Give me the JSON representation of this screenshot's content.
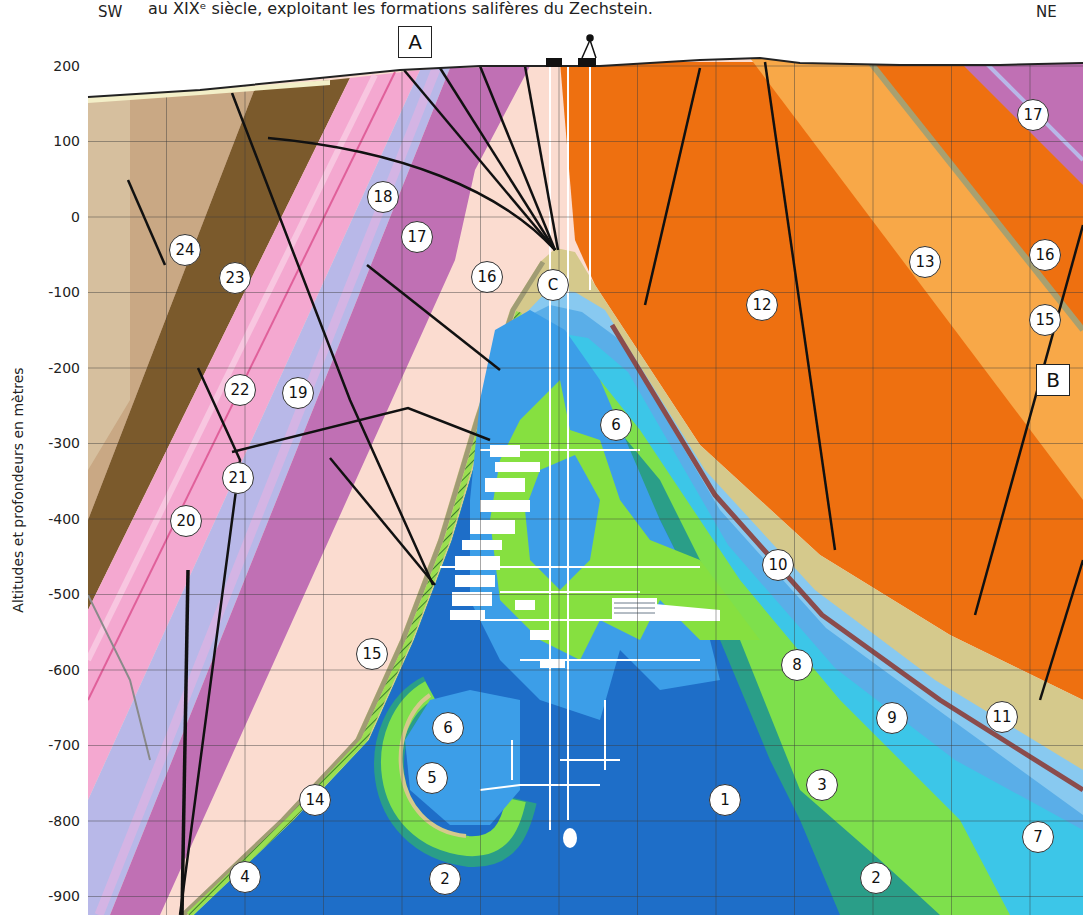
{
  "diagram": {
    "nodes": [
      {
        "text": [
          "A"
        ]
      },
      {
        "text": [
          "17"
        ]
      },
      {
        "text": [
          "18"
        ]
      },
      {
        "text": [
          "17"
        ]
      },
      {
        "text": [
          "24"
        ]
      },
      {
        "text": [
          "16"
        ]
      },
      {
        "text": [
          "13"
        ]
      },
      {
        "text": [
          "16"
        ]
      },
      {
        "text": [
          "23"
        ]
      },
      {
        "text": [
          "C"
        ]
      },
      {
        "text": [
          "12"
        ]
      },
      {
        "text": [
          "15"
        ]
      },
      {
        "text": [
          "B"
        ]
      },
      {
        "text": [
          "22"
        ]
      },
      {
        "text": [
          "19"
        ]
      },
      {
        "text": [
          "6"
        ]
      },
      {
        "text": [
          "21"
        ]
      },
      {
        "text": [
          "20"
        ]
      },
      {
        "text": [
          "10"
        ]
      },
      {
        "text": [
          "15"
        ]
      },
      {
        "text": [
          "8"
        ]
      },
      {
        "text": [
          "11"
        ]
      },
      {
        "text": [
          "9"
        ]
      },
      {
        "text": [
          "6"
        ]
      },
      {
        "text": [
          "5"
        ]
      },
      {
        "text": [
          "3"
        ]
      },
      {
        "text": [
          "1"
        ]
      },
      {
        "text": [
          "14"
        ]
      },
      {
        "text": [
          "7"
        ]
      },
      {
        "text": [
          "4"
        ]
      },
      {
        "text": [
          "2"
        ]
      },
      {
        "text": [
          "2"
        ]
      }
    ],
    "labels": [
      "au XIXᵉ siècle, exploitant les formations salifères du Zechstein.",
      "SW",
      "NE",
      "200",
      "100",
      "0",
      "-100",
      "-200",
      "-300",
      "-400",
      "-500",
      "-600",
      "-700",
      "-800",
      "-900",
      "Altitudes et profondeurs en mètres"
    ]
  }
}
